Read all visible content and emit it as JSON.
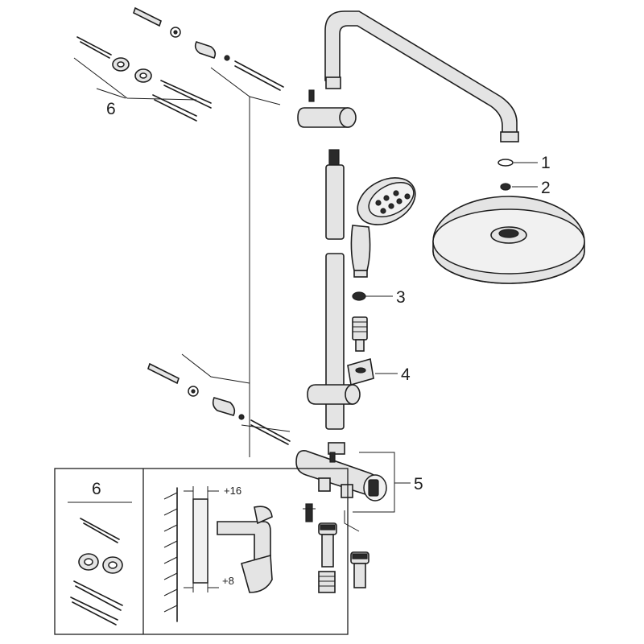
{
  "callouts": [
    "1",
    "2",
    "3",
    "4",
    "5",
    "6"
  ],
  "inset": {
    "kit_label": "6",
    "dim_top": "+16",
    "dim_bottom": "+8"
  }
}
